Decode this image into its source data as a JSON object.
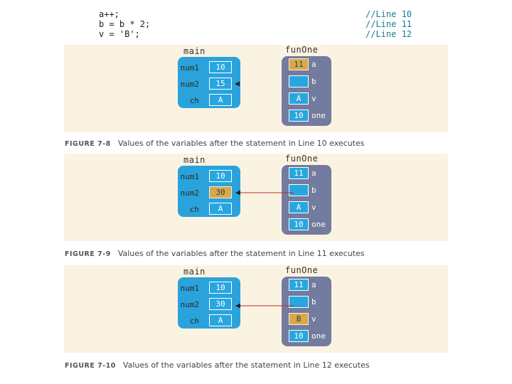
{
  "code": {
    "lines": [
      "a++;",
      "b = b * 2;",
      "v = 'B';"
    ],
    "comments": [
      "//Line 10",
      "//Line 11",
      "//Line 12"
    ]
  },
  "figures": [
    {
      "main_title": "main",
      "fun_title": "funOne",
      "main_vars": [
        {
          "name": "num1",
          "value": "10",
          "highlight": false
        },
        {
          "name": "num2",
          "value": "15",
          "highlight": false
        },
        {
          "name": "ch",
          "value": "A",
          "highlight": false
        }
      ],
      "fun_vars": [
        {
          "name": "a",
          "value": "11",
          "highlight": true
        },
        {
          "name": "b",
          "value": "",
          "highlight": false
        },
        {
          "name": "v",
          "value": "A",
          "highlight": false
        },
        {
          "name": "one",
          "value": "10",
          "highlight": false
        }
      ],
      "figure_label": "FIGURE 7-8",
      "caption": "Values of the variables after the statement in Line 10 executes"
    },
    {
      "main_title": "main",
      "fun_title": "funOne",
      "main_vars": [
        {
          "name": "num1",
          "value": "10",
          "highlight": false
        },
        {
          "name": "num2",
          "value": "30",
          "highlight": true
        },
        {
          "name": "ch",
          "value": "A",
          "highlight": false
        }
      ],
      "fun_vars": [
        {
          "name": "a",
          "value": "11",
          "highlight": false
        },
        {
          "name": "b",
          "value": "",
          "highlight": false
        },
        {
          "name": "v",
          "value": "A",
          "highlight": false
        },
        {
          "name": "one",
          "value": "10",
          "highlight": false
        }
      ],
      "figure_label": "FIGURE 7-9",
      "caption": "Values of the variables after the statement in Line 11 executes"
    },
    {
      "main_title": "main",
      "fun_title": "funOne",
      "main_vars": [
        {
          "name": "num1",
          "value": "10",
          "highlight": false
        },
        {
          "name": "num2",
          "value": "30",
          "highlight": false
        },
        {
          "name": "ch",
          "value": "A",
          "highlight": false
        }
      ],
      "fun_vars": [
        {
          "name": "a",
          "value": "11",
          "highlight": false
        },
        {
          "name": "b",
          "value": "",
          "highlight": false
        },
        {
          "name": "v",
          "value": "B",
          "highlight": true
        },
        {
          "name": "one",
          "value": "10",
          "highlight": false
        }
      ],
      "figure_label": "FIGURE 7-10",
      "caption": "Values of the variables after the statement in Line 12 executes"
    }
  ],
  "colors": {
    "main_box": "#2aa3dc",
    "fun_box": "#737b9e",
    "highlight": "#d6aa4c",
    "panel": "#fbf3e2",
    "comment": "#1b7a94"
  }
}
